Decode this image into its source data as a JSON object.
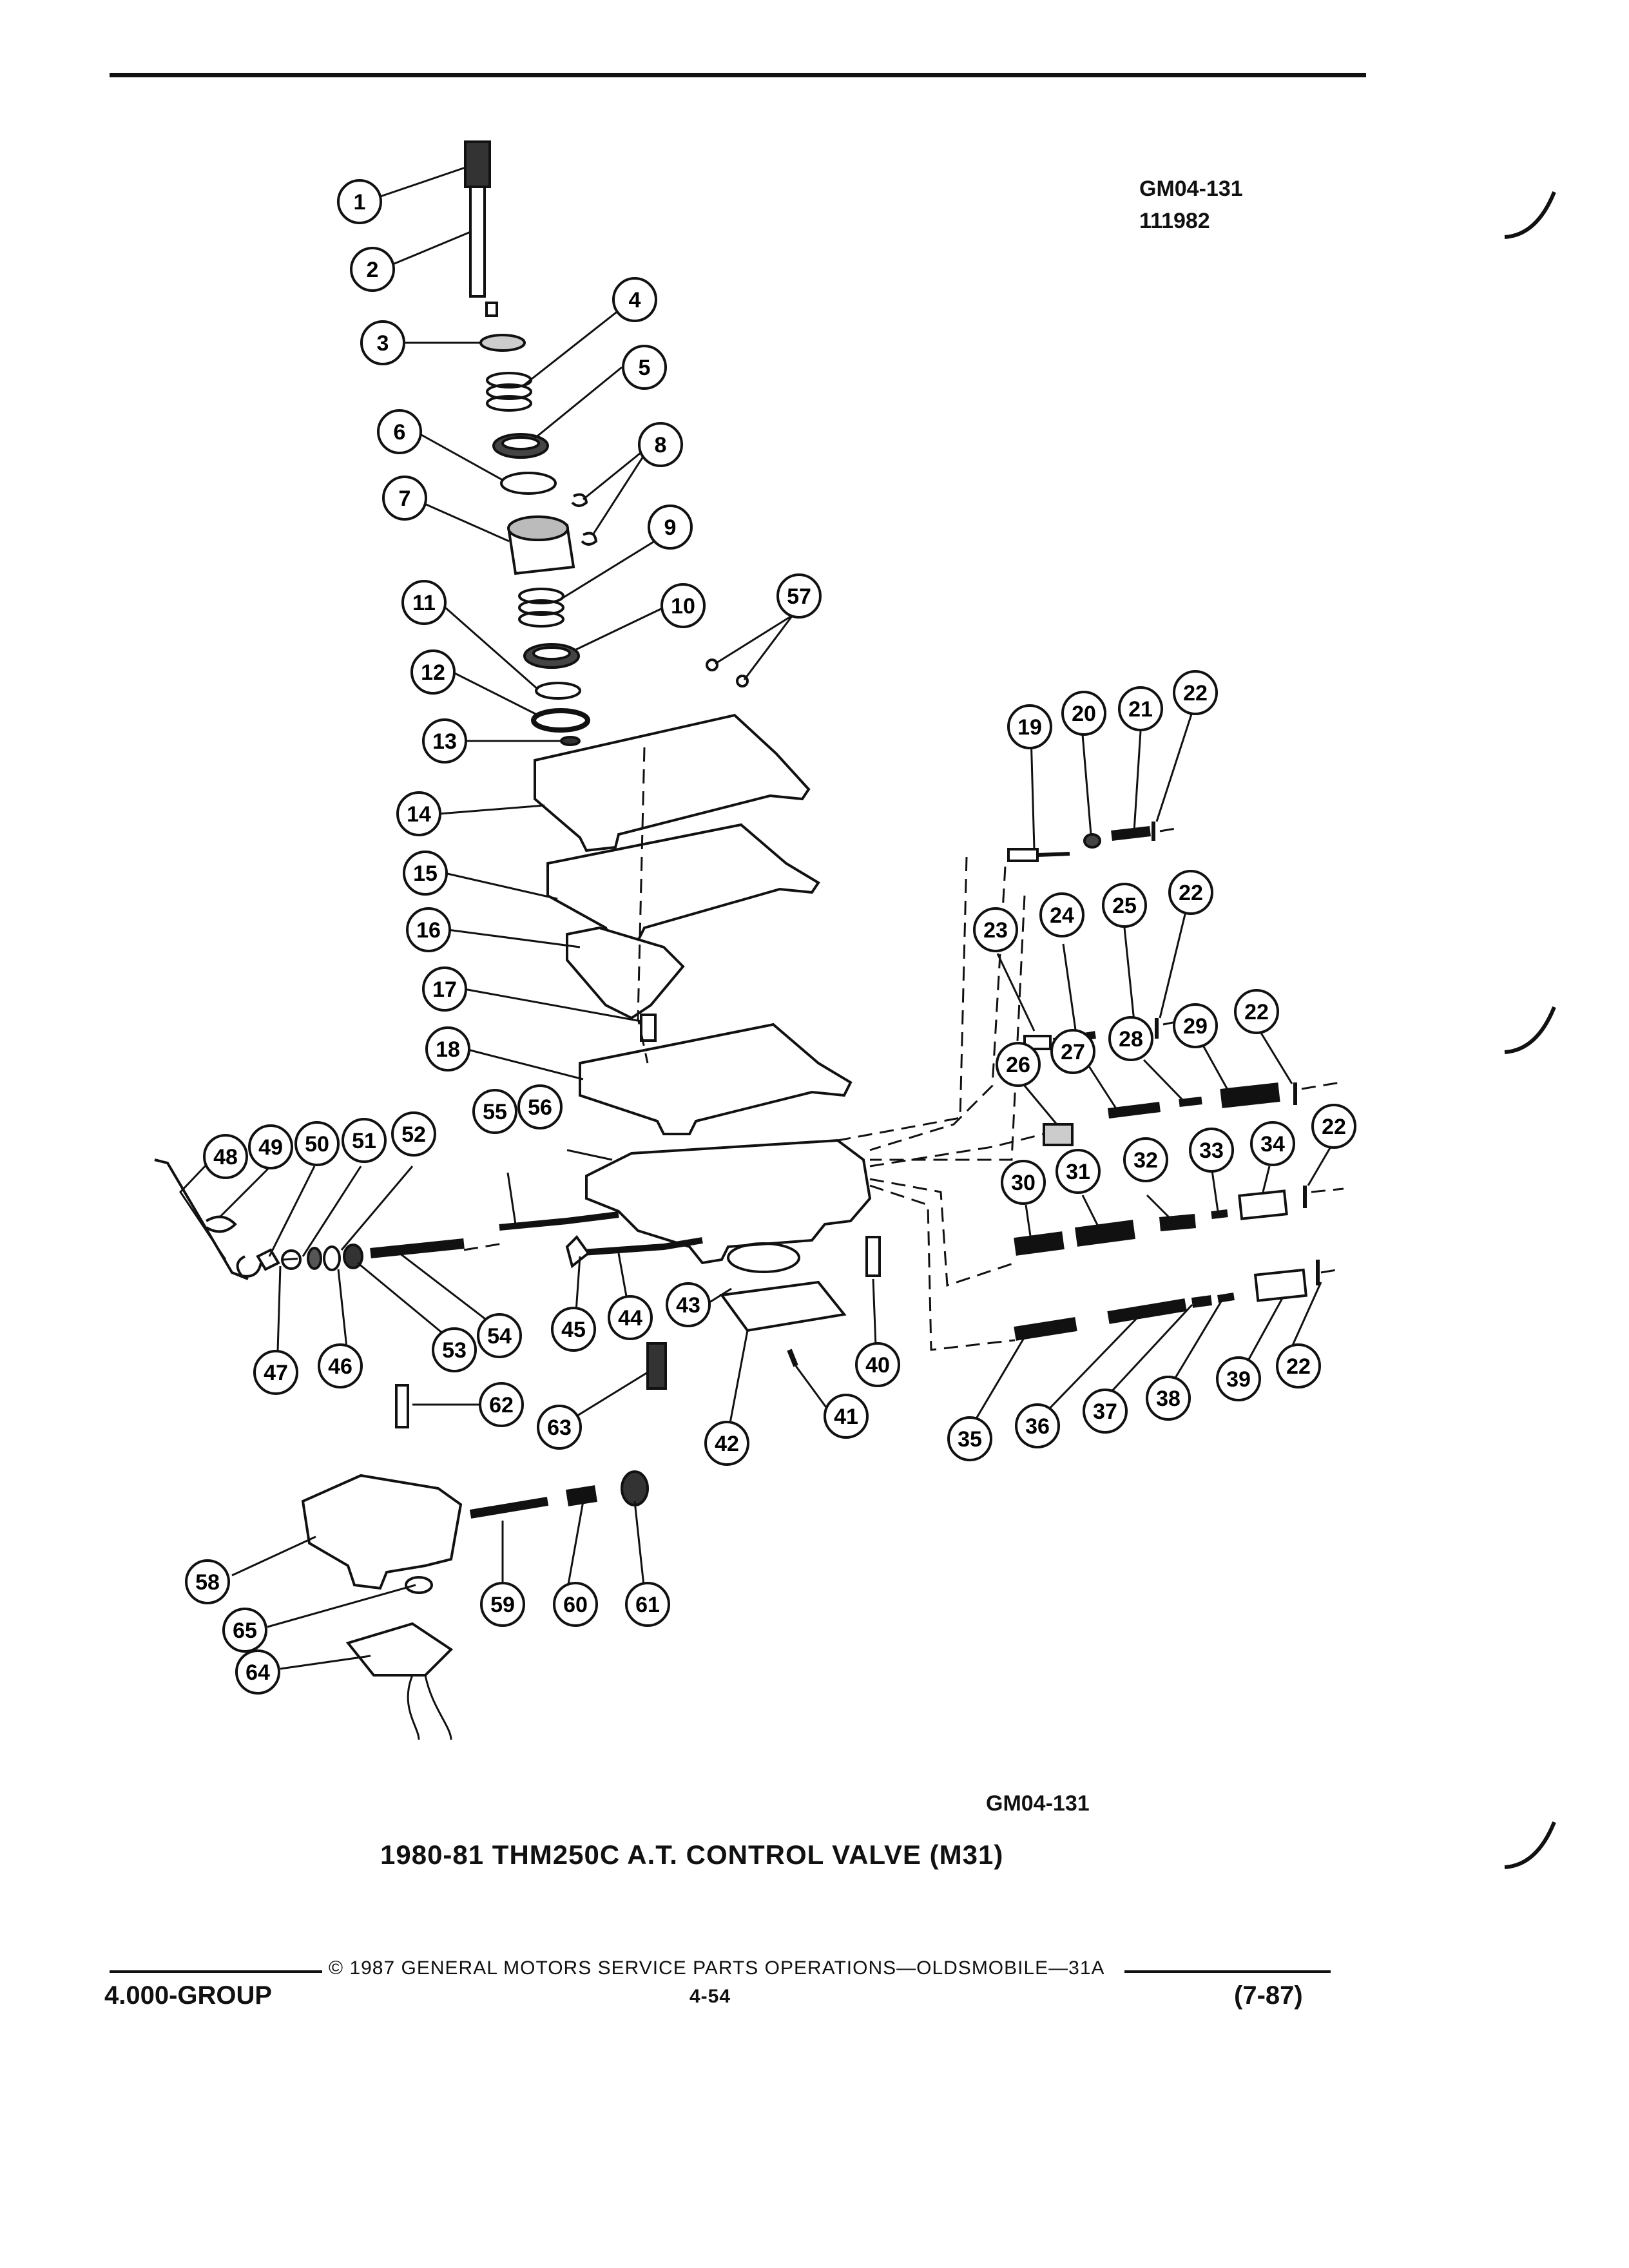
{
  "header": {
    "ref_code": "GM04-131",
    "ref_number": "111982"
  },
  "diagram": {
    "callouts": [
      "1",
      "2",
      "3",
      "4",
      "5",
      "6",
      "7",
      "8",
      "9",
      "10",
      "11",
      "12",
      "13",
      "14",
      "15",
      "16",
      "17",
      "18",
      "19",
      "20",
      "21",
      "22",
      "23",
      "24",
      "25",
      "26",
      "27",
      "28",
      "29",
      "30",
      "31",
      "32",
      "33",
      "34",
      "35",
      "36",
      "37",
      "38",
      "39",
      "40",
      "41",
      "42",
      "43",
      "44",
      "45",
      "46",
      "47",
      "48",
      "49",
      "50",
      "51",
      "52",
      "53",
      "54",
      "55",
      "56",
      "57",
      "58",
      "59",
      "60",
      "61",
      "62",
      "63",
      "64",
      "65"
    ],
    "ref_code_bottom": "GM04-131",
    "caption": "1980-81 THM250C A.T. CONTROL VALVE (M31)"
  },
  "footer": {
    "copyright": "© 1987 GENERAL MOTORS SERVICE PARTS OPERATIONS—OLDSMOBILE—31A",
    "group": "4.000-GROUP",
    "page": "4-54",
    "date": "(7-87)"
  }
}
